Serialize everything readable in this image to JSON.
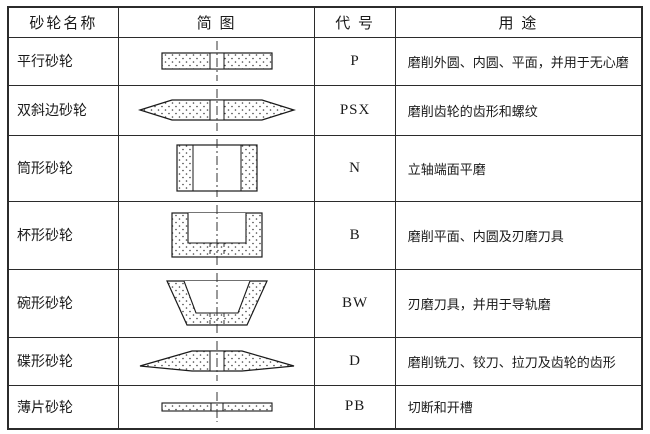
{
  "table": {
    "headers": {
      "name": "砂轮名称",
      "diagram": "简 图",
      "code": "代 号",
      "use": "用 途"
    },
    "rows": [
      {
        "name": "平行砂轮",
        "code": "P",
        "use": "磨削外圆、内圆、平面，并用于无心磨",
        "diagram": "parallel-wheel-diagram"
      },
      {
        "name": "双斜边砂轮",
        "code": "PSX",
        "use": "磨削齿轮的齿形和螺纹",
        "diagram": "double-bevel-wheel-diagram"
      },
      {
        "name": "筒形砂轮",
        "code": "N",
        "use": "立轴端面平磨",
        "diagram": "cylinder-wheel-diagram"
      },
      {
        "name": "杯形砂轮",
        "code": "B",
        "use": "磨削平面、内圆及刃磨刀具",
        "diagram": "cup-wheel-diagram"
      },
      {
        "name": "碗形砂轮",
        "code": "BW",
        "use": "刃磨刀具，并用于导轨磨",
        "diagram": "bowl-wheel-diagram"
      },
      {
        "name": "碟形砂轮",
        "code": "D",
        "use": "磨削铣刀、铰刀、拉刀及齿轮的齿形",
        "diagram": "dish-wheel-diagram"
      },
      {
        "name": "薄片砂轮",
        "code": "PB",
        "use": "切断和开槽",
        "diagram": "thin-wheel-diagram"
      }
    ]
  }
}
